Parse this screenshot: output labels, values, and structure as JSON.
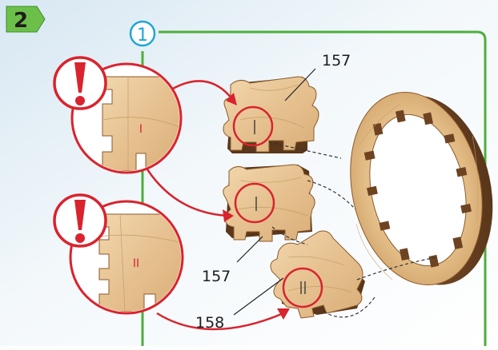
{
  "step": {
    "number": "2",
    "substep": "1",
    "accent_color": "#2f9e3a",
    "substep_color": "#1ea6d6"
  },
  "callouts": {
    "warning_icon": "exclamation-icon",
    "warning_color": "#d9232e",
    "top_detail_mark": "I",
    "bottom_detail_mark": "II"
  },
  "part_labels": {
    "top_right": "157",
    "middle_left": "157",
    "bottom_left": "158"
  }
}
